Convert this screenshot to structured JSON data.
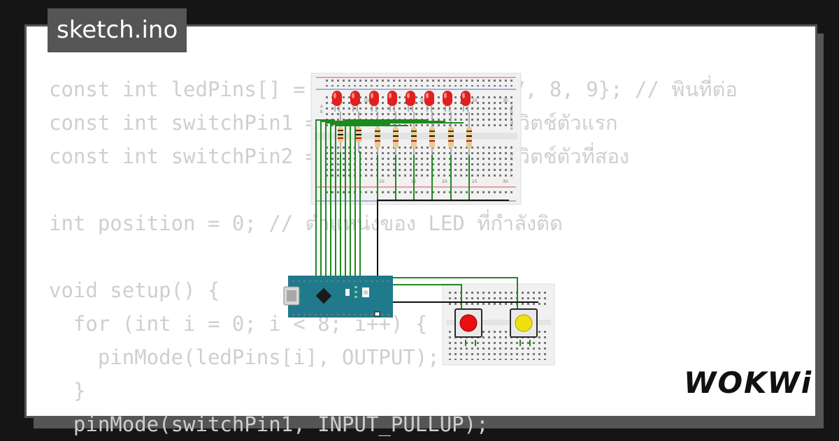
{
  "title": "sketch.ino",
  "brand": "WOKWi",
  "code_lines": [
    "const int ledPins[] = {2, 3, 4, 5, 6, 7, 8, 9}; // พินที่ต่อ",
    "const int switchPin1 = 10; // พินที่ต่อกับสวิตช์ตัวแรก",
    "const int switchPin2 = 11; // พินที่ต่อกับสวิตช์ตัวที่สอง",
    "",
    "int position = 0; // ตำแหน่งของ LED ที่กำลังติด",
    "",
    "void setup() {",
    "  for (int i = 0; i < 8; i++) {",
    "    pinMode(ledPins[i], OUTPUT);",
    "  }",
    "  pinMode(switchPin1, INPUT_PULLUP);"
  ],
  "breadboard_labels": {
    "top_cols": [
      "5",
      "10",
      "15",
      "20",
      "25",
      "30"
    ],
    "bottom_cols": [
      "10",
      "15",
      "20",
      "25",
      "30"
    ],
    "top_rows": [
      "a",
      "b"
    ],
    "right_rows": [
      "a",
      "b",
      "c",
      "d",
      "e",
      "f",
      "g",
      "h",
      "i",
      "j"
    ]
  },
  "colors": {
    "background": "#151515",
    "frame": "#555555",
    "code_text": "#cfcfcf",
    "wire_green": "#1e8a1e",
    "wire_black": "#111111",
    "led_red": "#e02020",
    "button_red": "#e81010",
    "button_yellow": "#f0e010",
    "arduino_board": "#1f7a8c"
  },
  "icons": {
    "arduino": "arduino-nano-icon",
    "leds": "red-led-icon",
    "buttons": "pushbutton-icon"
  }
}
